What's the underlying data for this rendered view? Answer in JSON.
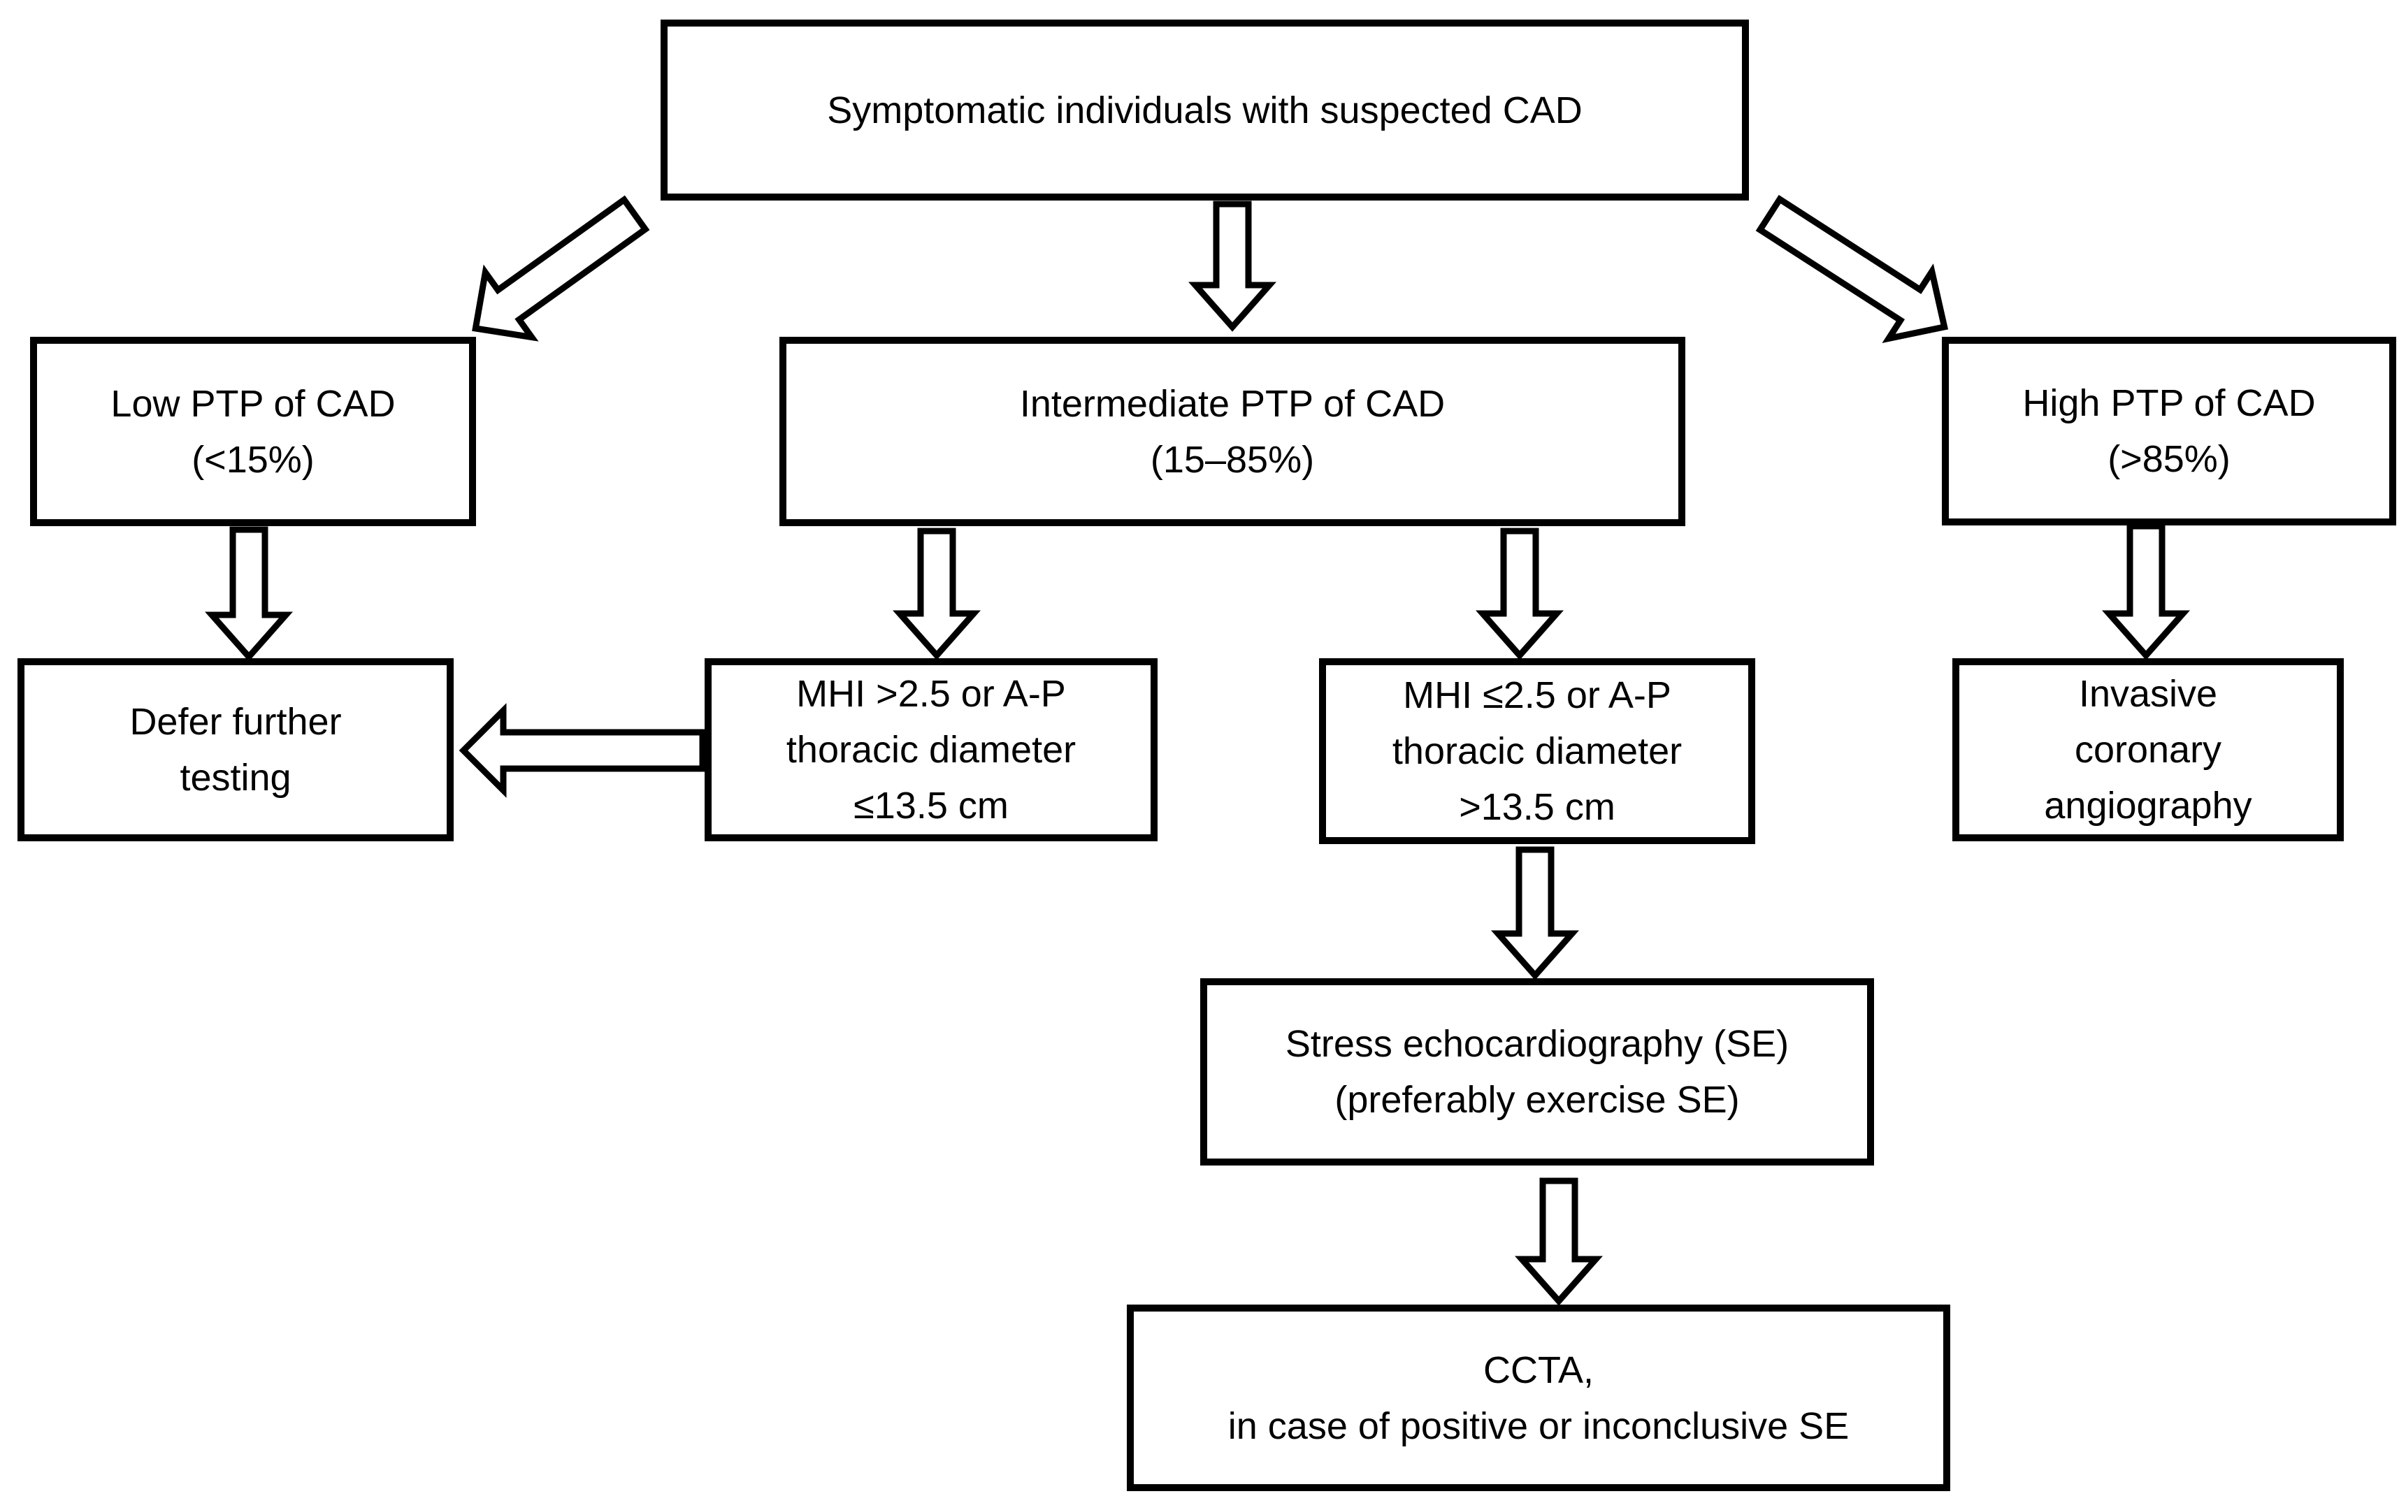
{
  "figure": {
    "background_color": "#ffffff",
    "line_color": "#000000",
    "text_color": "#000000"
  },
  "nodes": {
    "symptomatic": {
      "lines": [
        "Symptomatic individuals with suspected CAD"
      ]
    },
    "low_ptp": {
      "lines": [
        "Low PTP of CAD",
        "(<15%)"
      ]
    },
    "intermediate_ptp": {
      "lines": [
        "Intermediate PTP of CAD",
        "(15–85%)"
      ]
    },
    "high_ptp": {
      "lines": [
        "High PTP of CAD",
        "(>85%)"
      ]
    },
    "defer": {
      "lines": [
        "Defer further",
        "testing"
      ]
    },
    "mhi_above": {
      "lines": [
        "MHI >2.5 or A-P",
        "thoracic diameter",
        "≤13.5 cm"
      ]
    },
    "mhi_below": {
      "lines": [
        "MHI ≤2.5 or A-P",
        "thoracic diameter",
        ">13.5 cm"
      ]
    },
    "invasive": {
      "lines": [
        "Invasive",
        "coronary",
        "angiography"
      ]
    },
    "stress_echo": {
      "lines": [
        "Stress echocardiography (SE)",
        "(preferably exercise SE)"
      ]
    },
    "ccta": {
      "lines": [
        "CCTA,",
        "in case of positive or inconclusive SE"
      ]
    }
  },
  "edges": [
    {
      "from": "symptomatic",
      "to": "low_ptp",
      "style": "hollow-block-arrow"
    },
    {
      "from": "symptomatic",
      "to": "intermediate_ptp",
      "style": "hollow-block-arrow"
    },
    {
      "from": "symptomatic",
      "to": "high_ptp",
      "style": "hollow-block-arrow"
    },
    {
      "from": "low_ptp",
      "to": "defer",
      "style": "hollow-block-arrow"
    },
    {
      "from": "intermediate_ptp",
      "to": "mhi_above",
      "style": "hollow-block-arrow"
    },
    {
      "from": "intermediate_ptp",
      "to": "mhi_below",
      "style": "hollow-block-arrow"
    },
    {
      "from": "high_ptp",
      "to": "invasive",
      "style": "hollow-block-arrow"
    },
    {
      "from": "mhi_above",
      "to": "defer",
      "style": "hollow-block-arrow"
    },
    {
      "from": "mhi_below",
      "to": "stress_echo",
      "style": "hollow-block-arrow"
    },
    {
      "from": "stress_echo",
      "to": "ccta",
      "style": "hollow-block-arrow"
    }
  ]
}
